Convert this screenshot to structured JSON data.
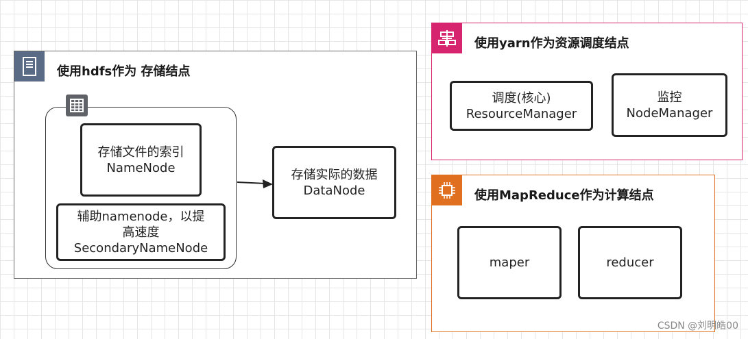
{
  "hdfs": {
    "title": "使用hdfs作为 存储结点",
    "namenode": {
      "line1": "存储文件的索引",
      "line2": "NameNode"
    },
    "secondary": {
      "line1": "辅助namenode，以提",
      "line2": "高速度",
      "line3": "SecondaryNameNode"
    },
    "datanode": {
      "line1": "存储实际的数据",
      "line2": "DataNode"
    },
    "header_icon": "server-icon",
    "inner_icon": "table-icon"
  },
  "yarn": {
    "title": "使用yarn作为资源调度结点",
    "resource_manager": {
      "line1": "调度(核心)",
      "line2": "ResourceManager"
    },
    "node_manager": {
      "line1": "监控",
      "line2": "NodeManager"
    },
    "header_icon": "workflow-icon",
    "accent": "#d6246e"
  },
  "mapreduce": {
    "title": "使用MapReduce作为计算结点",
    "mapper": {
      "label": "maper"
    },
    "reducer": {
      "label": "reducer"
    },
    "header_icon": "chip-icon",
    "accent": "#e07020"
  },
  "watermark": "CSDN @刘明皓00",
  "colors": {
    "hdfs_header": "#5a6b86",
    "border": "#222222"
  }
}
